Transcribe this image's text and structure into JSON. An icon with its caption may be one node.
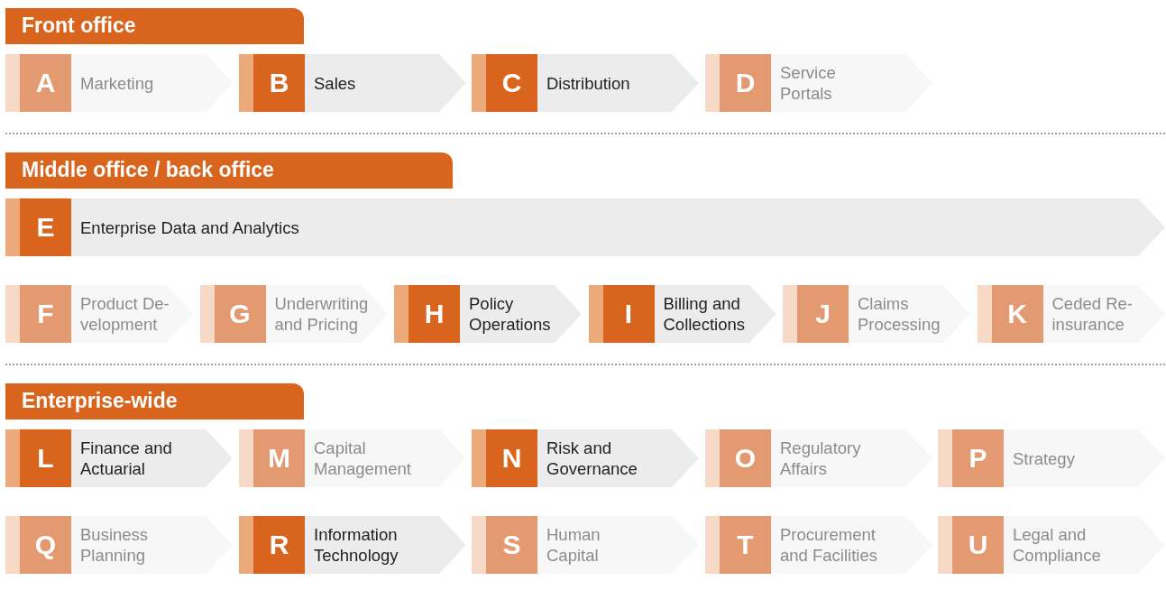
{
  "diagram": {
    "nodes": [
      {
        "text": [
          "Front office"
        ]
      },
      {
        "text": [
          "A",
          "Marketing"
        ]
      },
      {
        "text": [
          "B",
          "Sales"
        ]
      },
      {
        "text": [
          "C",
          "Distribution"
        ]
      },
      {
        "text": [
          "D",
          "Service Portals"
        ]
      },
      {
        "text": [
          "Middle office / back office"
        ]
      },
      {
        "text": [
          "E",
          "Enterprise Data and Analytics"
        ]
      },
      {
        "text": [
          "F",
          "Product De- velopment"
        ]
      },
      {
        "text": [
          "G",
          "Underwriting and Pricing"
        ]
      },
      {
        "text": [
          "H",
          "Policy Operations"
        ]
      },
      {
        "text": [
          "I",
          "Billing and Collections"
        ]
      },
      {
        "text": [
          "J",
          "Claims Processing"
        ]
      },
      {
        "text": [
          "K",
          "Ceded Re- insurance"
        ]
      },
      {
        "text": [
          "Enterprise-wide"
        ]
      },
      {
        "text": [
          "L",
          "Finance and Actuarial"
        ]
      },
      {
        "text": [
          "M",
          "Capital Management"
        ]
      },
      {
        "text": [
          "N",
          "Risk and Governance"
        ]
      },
      {
        "text": [
          "O",
          "Regulatory Affairs"
        ]
      },
      {
        "text": [
          "P",
          "Strategy"
        ]
      },
      {
        "text": [
          "Q",
          "Business Planning"
        ]
      },
      {
        "text": [
          "R",
          "Information Technology"
        ]
      },
      {
        "text": [
          "S",
          "Human Capital"
        ]
      },
      {
        "text": [
          "T",
          "Procurement and Facilities"
        ]
      },
      {
        "text": [
          "U",
          "Legal and Compliance"
        ]
      }
    ]
  }
}
